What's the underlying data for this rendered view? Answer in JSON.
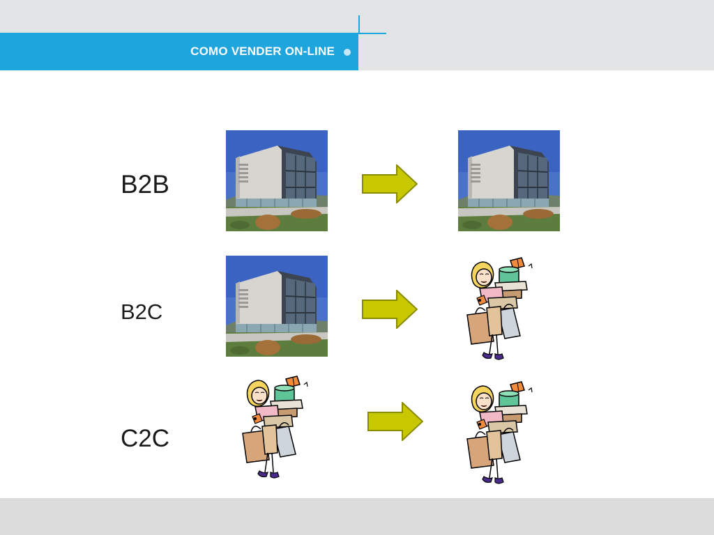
{
  "slide": {
    "title": "COMO VENDER ON-LINE"
  },
  "rows": [
    {
      "label": "B2B",
      "from": "building",
      "to": "building"
    },
    {
      "label": "B2C",
      "from": "building",
      "to": "shopper"
    },
    {
      "label": "C2C",
      "from": "shopper",
      "to": "shopper"
    }
  ],
  "colors": {
    "accent": "#1fa5dd",
    "arrow_fill": "#c7c800",
    "arrow_stroke": "#8a8a00"
  }
}
